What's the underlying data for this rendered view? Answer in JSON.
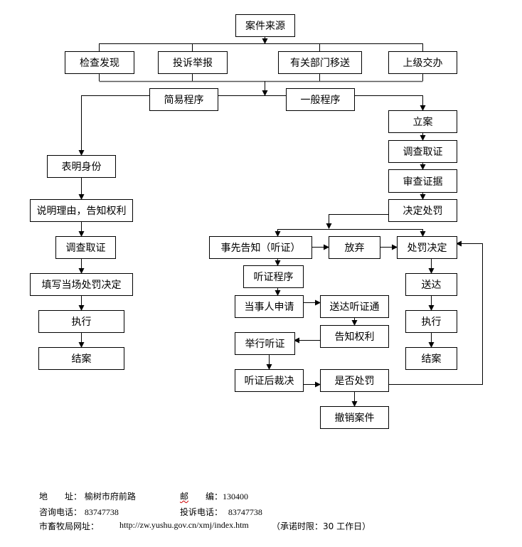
{
  "diagram": {
    "title": "案件来源",
    "sources": [
      "检查发现",
      "投诉举报",
      "有关部门移送",
      "上级交办"
    ],
    "procedures": {
      "simple": {
        "label": "简易程序",
        "steps": [
          "表明身份",
          "说明理由，告知权利",
          "调查取证",
          "填写当场处罚决定",
          "执行",
          "结案"
        ]
      },
      "general": {
        "label": "一般程序",
        "steps": [
          "立案",
          "调查取证",
          "审查证据",
          "决定处罚"
        ],
        "notify": "事先告知（听证）",
        "waive": "放弃",
        "decision": "处罚决定",
        "after_decision": [
          "送达",
          "执行",
          "结案"
        ],
        "hearing": {
          "program": "听证程序",
          "apply": "当事人申请",
          "send_notice": "送达听证通",
          "inform_rights": "告知权利",
          "hold": "举行听证",
          "ruling": "听证后裁决",
          "whether_penalty": "是否处罚",
          "revoke": "撤销案件"
        }
      }
    }
  },
  "footer": {
    "address_label": "地　　址：",
    "address": "榆树市府前路",
    "postcode_label_1": "邮",
    "postcode_label_2": "　　编：",
    "postcode": "130400",
    "consult_label": "咨询电话：",
    "consult_phone": "83747738",
    "complaint_label": "投诉电话：",
    "complaint_phone": "83747738",
    "website_label": "市畜牧局网址：",
    "website": "http://zw.yushu.gov.cn/xmj/index.htm",
    "promise": "（承诺时限：30 工作日）"
  }
}
